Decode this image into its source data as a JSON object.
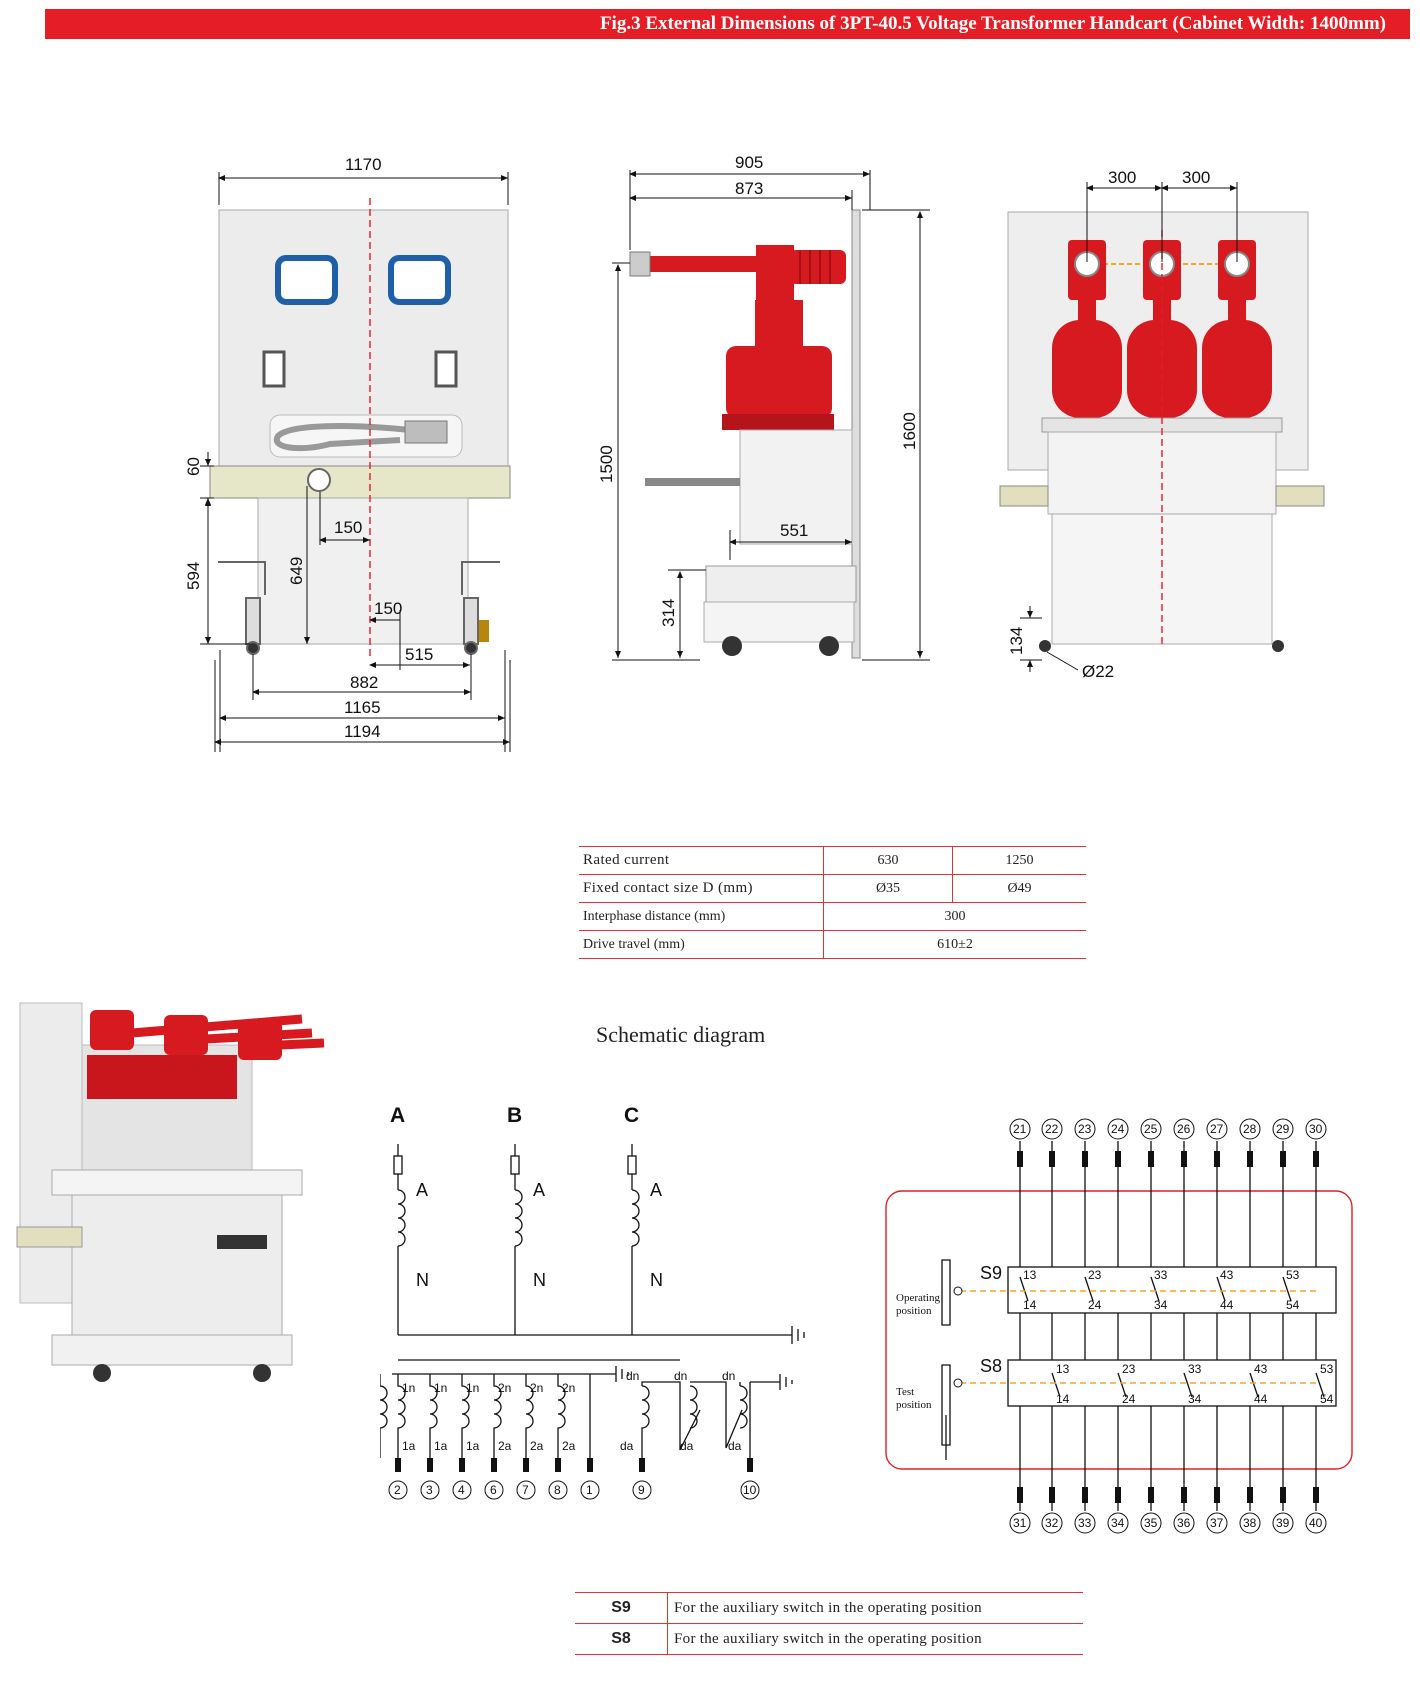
{
  "banner": {
    "title": "Fig.3 External Dimensions of 3PT-40.5 Voltage Transformer Handcart (Cabinet Width: 1400mm)"
  },
  "front_view": {
    "dims": {
      "w1170": "1170",
      "h60": "60",
      "h594": "594",
      "h649": "649",
      "w150a": "150",
      "w150b": "150",
      "w515": "515",
      "w882": "882",
      "w1165": "1165",
      "w1194": "1194"
    }
  },
  "side_view": {
    "dims": {
      "w905": "905",
      "w873": "873",
      "h1600": "1600",
      "h1500": "1500",
      "w551": "551",
      "h314": "314"
    }
  },
  "rear_view": {
    "dims": {
      "p300a": "300",
      "p300b": "300",
      "h134": "134",
      "d22": "Ø22"
    }
  },
  "spec_table": {
    "rows": [
      {
        "label": "Rated current",
        "v1": "630",
        "v2": "1250"
      },
      {
        "label": "Fixed contact size D (mm)",
        "v1": "Ø35",
        "v2": "Ø49"
      },
      {
        "label": "Interphase distance (mm)",
        "v": "300"
      },
      {
        "label": "Drive travel (mm)",
        "v": "610±2"
      }
    ]
  },
  "schematic": {
    "title": "Schematic diagram",
    "phases": [
      {
        "name": "A",
        "primary": "A",
        "neutral": "N"
      },
      {
        "name": "B",
        "primary": "A",
        "neutral": "N"
      },
      {
        "name": "C",
        "primary": "A",
        "neutral": "N"
      }
    ],
    "secondary": {
      "top": [
        "1n",
        "1n",
        "1n",
        "2n",
        "2n",
        "2n"
      ],
      "bottom": [
        "1a",
        "1a",
        "1a",
        "2a",
        "2a",
        "2a"
      ],
      "terminals": [
        "2",
        "3",
        "4",
        "6",
        "7",
        "8",
        "1"
      ],
      "open_delta_top": [
        "dn",
        "dn",
        "dn"
      ],
      "open_delta_bottom": [
        "da",
        "da",
        "da"
      ],
      "open_delta_terminals": [
        "9",
        "10"
      ]
    }
  },
  "aux_switch": {
    "top_terminals": [
      "21",
      "22",
      "23",
      "24",
      "25",
      "26",
      "27",
      "28",
      "29",
      "30"
    ],
    "bottom_terminals": [
      "31",
      "32",
      "33",
      "34",
      "35",
      "36",
      "37",
      "38",
      "39",
      "40"
    ],
    "s9": {
      "name": "S9",
      "label_line1": "Operating",
      "label_line2": "position",
      "upper": [
        "13",
        "23",
        "33",
        "43",
        "53"
      ],
      "lower": [
        "14",
        "24",
        "34",
        "44",
        "54"
      ]
    },
    "s8": {
      "name": "S8",
      "label_line1": "Test",
      "label_line2": "position",
      "upper": [
        "13",
        "23",
        "33",
        "43",
        "53"
      ],
      "lower": [
        "14",
        "24",
        "34",
        "44",
        "54"
      ]
    }
  },
  "legend": {
    "rows": [
      {
        "sym": "S9",
        "desc": "For the auxiliary switch in the operating position"
      },
      {
        "sym": "S8",
        "desc": "For the auxiliary switch in the operating position"
      }
    ]
  },
  "colors": {
    "accent": "#e51d26",
    "insulator": "#d71920",
    "panel": "#e9e9e9",
    "window": "#1e5fa8",
    "dashed": "#f5a623"
  }
}
